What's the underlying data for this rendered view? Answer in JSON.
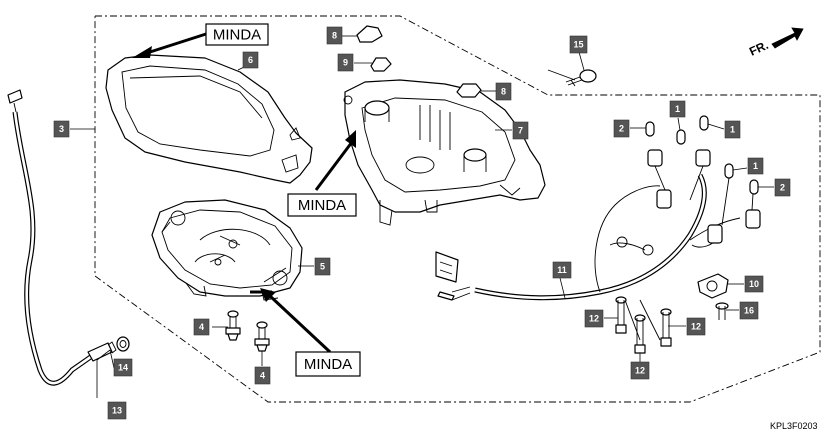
{
  "diagram_code": "KPL3F0203",
  "direction_label": "FR.",
  "brand_label": "MINDA",
  "parts": [
    {
      "id": "3",
      "label": "3"
    },
    {
      "id": "6",
      "label": "6"
    },
    {
      "id": "8a",
      "label": "8"
    },
    {
      "id": "9",
      "label": "9"
    },
    {
      "id": "8b",
      "label": "8"
    },
    {
      "id": "7",
      "label": "7"
    },
    {
      "id": "15",
      "label": "15"
    },
    {
      "id": "1a",
      "label": "1"
    },
    {
      "id": "2a",
      "label": "2"
    },
    {
      "id": "1b",
      "label": "1"
    },
    {
      "id": "1c",
      "label": "1"
    },
    {
      "id": "2b",
      "label": "2"
    },
    {
      "id": "5",
      "label": "5"
    },
    {
      "id": "11",
      "label": "11"
    },
    {
      "id": "10",
      "label": "10"
    },
    {
      "id": "16",
      "label": "16"
    },
    {
      "id": "12a",
      "label": "12"
    },
    {
      "id": "12b",
      "label": "12"
    },
    {
      "id": "12c",
      "label": "12"
    },
    {
      "id": "4a",
      "label": "4"
    },
    {
      "id": "4b",
      "label": "4"
    },
    {
      "id": "14",
      "label": "14"
    },
    {
      "id": "13",
      "label": "13"
    }
  ]
}
